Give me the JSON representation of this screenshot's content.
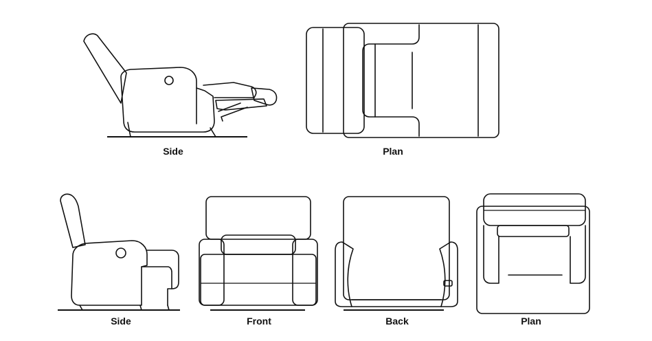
{
  "colors": {
    "line": "#111111",
    "background": "#ffffff"
  },
  "views": {
    "side_reclined": {
      "label": "Side"
    },
    "plan_reclined": {
      "label": "Plan"
    },
    "side": {
      "label": "Side"
    },
    "front": {
      "label": "Front"
    },
    "back": {
      "label": "Back"
    },
    "plan": {
      "label": "Plan"
    }
  }
}
